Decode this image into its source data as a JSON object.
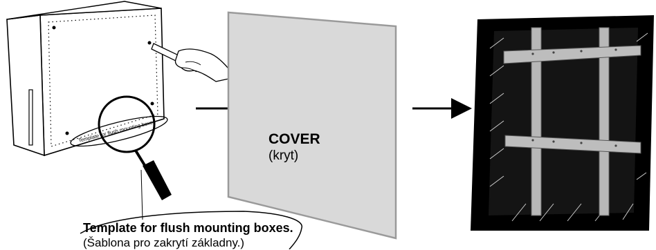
{
  "template_box": {
    "ellipse_text": "Template for flush mounting boxes"
  },
  "cover": {
    "title": "COVER",
    "subtitle": "(kryt)",
    "fill_color": "#d9d9d9",
    "edge_color": "#9a9a9a"
  },
  "callout": {
    "title": "Template for flush mounting boxes.",
    "subtitle": "(Šablona pro zakrytí základny.)"
  },
  "arrows": [
    {
      "from": "template-box",
      "to": "cover"
    },
    {
      "from": "cover",
      "to": "mounting-box"
    }
  ],
  "colors": {
    "line": "#000000",
    "rail": "#b8b8b8",
    "box_interior": "#000000"
  }
}
